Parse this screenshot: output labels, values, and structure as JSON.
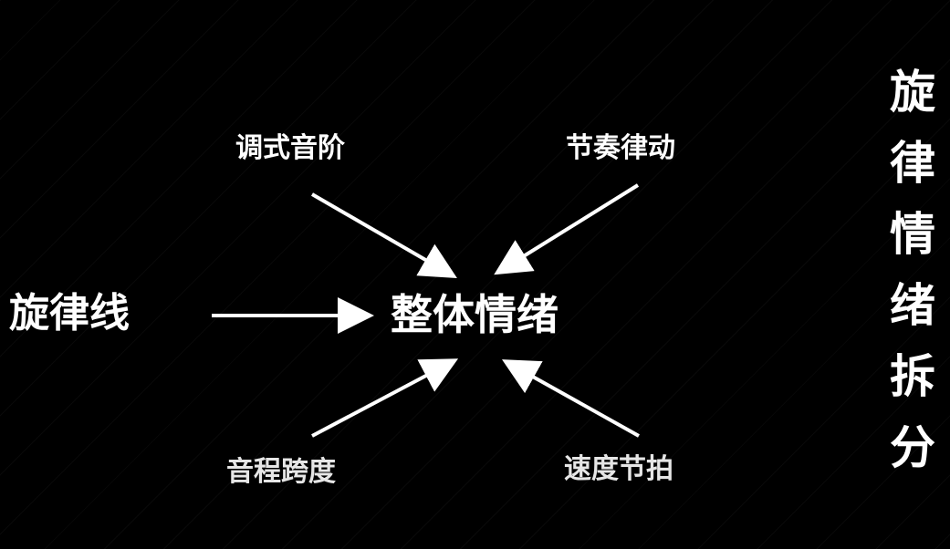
{
  "diagram": {
    "center": "整体情绪",
    "left": "旋律线",
    "top_left": "调式音阶",
    "top_right": "节奏律动",
    "bottom_left": "音程跨度",
    "bottom_right": "速度节拍"
  },
  "side_title": [
    "旋",
    "律",
    "情",
    "绪",
    "拆",
    "分"
  ],
  "colors": {
    "background": "#000000",
    "text": "#ffffff",
    "arrow": "#ffffff"
  }
}
